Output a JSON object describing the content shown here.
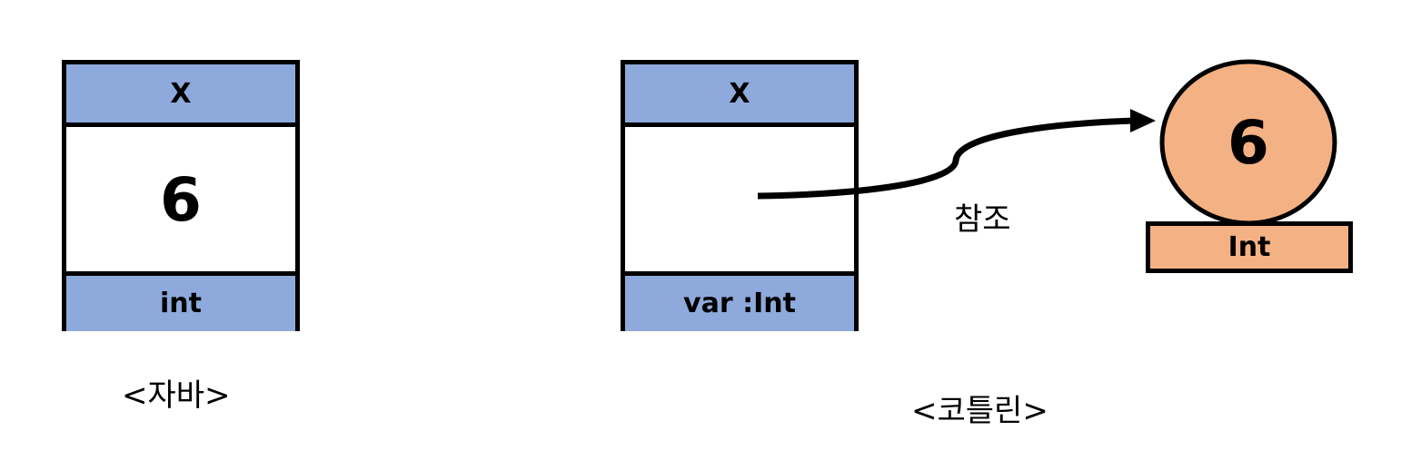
{
  "java": {
    "header": "X",
    "value": "6",
    "type": "int",
    "caption": "<자바>"
  },
  "kotlin": {
    "header": "X",
    "type": "var :Int",
    "caption": "<코틀린>",
    "reference_label": "참조",
    "object": {
      "value": "6",
      "type": "Int"
    }
  },
  "colors": {
    "box_fill": "#8eaadc",
    "object_fill": "#f4b183",
    "stroke": "#000000"
  }
}
